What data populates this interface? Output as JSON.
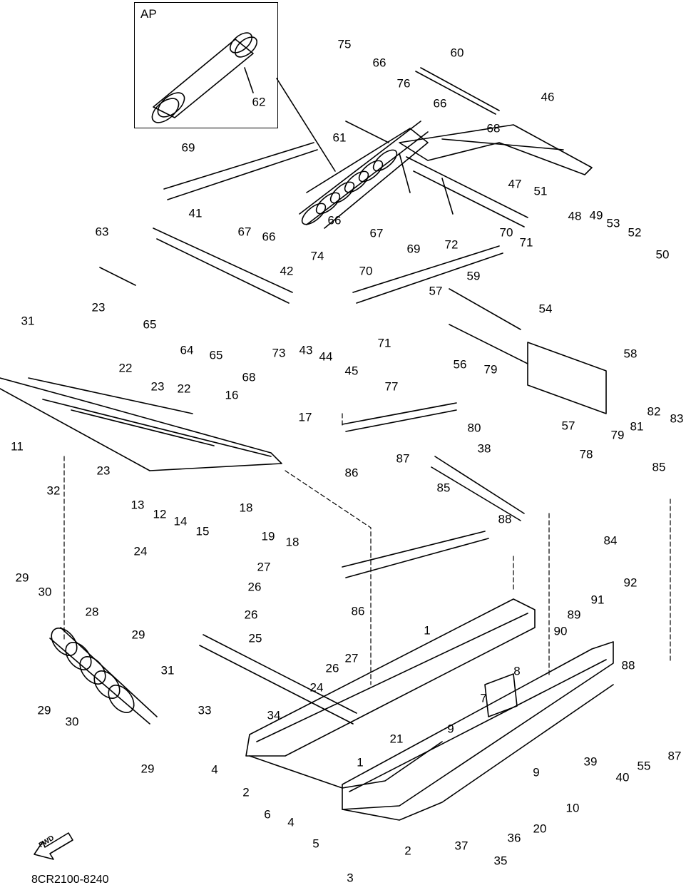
{
  "inset_label": "AP",
  "figure_code": "8CR2100-8240",
  "fwd_label": "FWD",
  "callouts": [
    {
      "id": "c75",
      "text": "75"
    },
    {
      "id": "c66a",
      "text": "66"
    },
    {
      "id": "c60",
      "text": "60"
    },
    {
      "id": "c76",
      "text": "76"
    },
    {
      "id": "c66b",
      "text": "66"
    },
    {
      "id": "c68a",
      "text": "68"
    },
    {
      "id": "c46",
      "text": "46"
    },
    {
      "id": "c62",
      "text": "62"
    },
    {
      "id": "c69a",
      "text": "69"
    },
    {
      "id": "c61",
      "text": "61"
    },
    {
      "id": "c47",
      "text": "47"
    },
    {
      "id": "c51",
      "text": "51"
    },
    {
      "id": "c48",
      "text": "48"
    },
    {
      "id": "c49",
      "text": "49"
    },
    {
      "id": "c53",
      "text": "53"
    },
    {
      "id": "c52",
      "text": "52"
    },
    {
      "id": "c50",
      "text": "50"
    },
    {
      "id": "c41",
      "text": "41"
    },
    {
      "id": "c67a",
      "text": "67"
    },
    {
      "id": "c66c",
      "text": "66"
    },
    {
      "id": "c66d",
      "text": "66"
    },
    {
      "id": "c67b",
      "text": "67"
    },
    {
      "id": "c72",
      "text": "72"
    },
    {
      "id": "c70a",
      "text": "70"
    },
    {
      "id": "c71a",
      "text": "71"
    },
    {
      "id": "c63",
      "text": "63"
    },
    {
      "id": "c69b",
      "text": "69"
    },
    {
      "id": "c74",
      "text": "74"
    },
    {
      "id": "c70b",
      "text": "70"
    },
    {
      "id": "c42",
      "text": "42"
    },
    {
      "id": "c59",
      "text": "59"
    },
    {
      "id": "c57a",
      "text": "57"
    },
    {
      "id": "c23a",
      "text": "23"
    },
    {
      "id": "c31a",
      "text": "31"
    },
    {
      "id": "c65a",
      "text": "65"
    },
    {
      "id": "c64",
      "text": "64"
    },
    {
      "id": "c65b",
      "text": "65"
    },
    {
      "id": "c73",
      "text": "73"
    },
    {
      "id": "c43",
      "text": "43"
    },
    {
      "id": "c44",
      "text": "44"
    },
    {
      "id": "c71b",
      "text": "71"
    },
    {
      "id": "c54",
      "text": "54"
    },
    {
      "id": "c22a",
      "text": "22"
    },
    {
      "id": "c68b",
      "text": "68"
    },
    {
      "id": "c45",
      "text": "45"
    },
    {
      "id": "c58",
      "text": "58"
    },
    {
      "id": "c56",
      "text": "56"
    },
    {
      "id": "c23b",
      "text": "23"
    },
    {
      "id": "c22b",
      "text": "22"
    },
    {
      "id": "c79a",
      "text": "79"
    },
    {
      "id": "c77",
      "text": "77"
    },
    {
      "id": "c16",
      "text": "16"
    },
    {
      "id": "c17",
      "text": "17"
    },
    {
      "id": "c80",
      "text": "80"
    },
    {
      "id": "c57b",
      "text": "57"
    },
    {
      "id": "c82",
      "text": "82"
    },
    {
      "id": "c83",
      "text": "83"
    },
    {
      "id": "c11",
      "text": "11"
    },
    {
      "id": "c23c",
      "text": "23"
    },
    {
      "id": "c79b",
      "text": "79"
    },
    {
      "id": "c81",
      "text": "81"
    },
    {
      "id": "c86a",
      "text": "86"
    },
    {
      "id": "c38",
      "text": "38"
    },
    {
      "id": "c87a",
      "text": "87"
    },
    {
      "id": "c78",
      "text": "78"
    },
    {
      "id": "c85a",
      "text": "85"
    },
    {
      "id": "c32",
      "text": "32"
    },
    {
      "id": "c13",
      "text": "13"
    },
    {
      "id": "c12",
      "text": "12"
    },
    {
      "id": "c14",
      "text": "14"
    },
    {
      "id": "c15",
      "text": "15"
    },
    {
      "id": "c18a",
      "text": "18"
    },
    {
      "id": "c19",
      "text": "19"
    },
    {
      "id": "c18b",
      "text": "18"
    },
    {
      "id": "c85b",
      "text": "85"
    },
    {
      "id": "c88a",
      "text": "88"
    },
    {
      "id": "c84",
      "text": "84"
    },
    {
      "id": "c24a",
      "text": "24"
    },
    {
      "id": "c27a",
      "text": "27"
    },
    {
      "id": "c26a",
      "text": "26"
    },
    {
      "id": "c92",
      "text": "92"
    },
    {
      "id": "c29a",
      "text": "29"
    },
    {
      "id": "c30a",
      "text": "30"
    },
    {
      "id": "c91",
      "text": "91"
    },
    {
      "id": "c28",
      "text": "28"
    },
    {
      "id": "c26b",
      "text": "26"
    },
    {
      "id": "c86b",
      "text": "86"
    },
    {
      "id": "c89",
      "text": "89"
    },
    {
      "id": "c90",
      "text": "90"
    },
    {
      "id": "c1a",
      "text": "1"
    },
    {
      "id": "c25",
      "text": "25"
    },
    {
      "id": "c29b",
      "text": "29"
    },
    {
      "id": "c31b",
      "text": "31"
    },
    {
      "id": "c26c",
      "text": "26"
    },
    {
      "id": "c27b",
      "text": "27"
    },
    {
      "id": "c8",
      "text": "8"
    },
    {
      "id": "c88b",
      "text": "88"
    },
    {
      "id": "c7",
      "text": "7"
    },
    {
      "id": "c24b",
      "text": "24"
    },
    {
      "id": "c29c",
      "text": "29"
    },
    {
      "id": "c33",
      "text": "33"
    },
    {
      "id": "c34",
      "text": "34"
    },
    {
      "id": "c30b",
      "text": "30"
    },
    {
      "id": "c9a",
      "text": "9"
    },
    {
      "id": "c21",
      "text": "21"
    },
    {
      "id": "c39",
      "text": "39"
    },
    {
      "id": "c55",
      "text": "55"
    },
    {
      "id": "c87b",
      "text": "87"
    },
    {
      "id": "c29d",
      "text": "29"
    },
    {
      "id": "c4a",
      "text": "4"
    },
    {
      "id": "c1b",
      "text": "1"
    },
    {
      "id": "c9b",
      "text": "9"
    },
    {
      "id": "c40",
      "text": "40"
    },
    {
      "id": "c2a",
      "text": "2"
    },
    {
      "id": "c6",
      "text": "6"
    },
    {
      "id": "c4b",
      "text": "4"
    },
    {
      "id": "c10",
      "text": "10"
    },
    {
      "id": "c36",
      "text": "36"
    },
    {
      "id": "c20",
      "text": "20"
    },
    {
      "id": "c5",
      "text": "5"
    },
    {
      "id": "c37",
      "text": "37"
    },
    {
      "id": "c2b",
      "text": "2"
    },
    {
      "id": "c35",
      "text": "35"
    },
    {
      "id": "c3",
      "text": "3"
    }
  ]
}
